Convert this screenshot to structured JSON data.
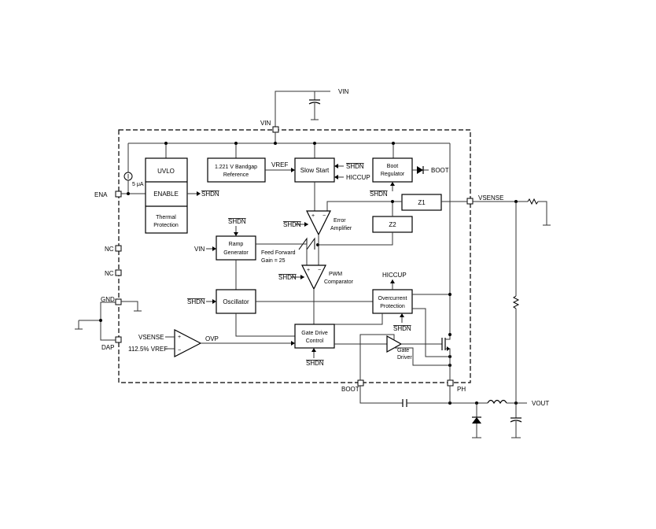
{
  "pins": {
    "vin": "VIN",
    "ena": "ENA",
    "nc1": "NC",
    "nc2": "NC",
    "gnd": "GND",
    "dap": "DAP",
    "vsense": "VSENSE",
    "boot": "BOOT",
    "ph": "PH",
    "vout": "VOUT"
  },
  "labels": {
    "vin_ext": "VIN",
    "vin_ramp": "VIN",
    "vref": "VREF",
    "shdn": "SHDN",
    "hiccup": "HICCUP",
    "hiccup_top": "HICCUP",
    "boot_out": "BOOT",
    "current_5ua": "5 μA",
    "feed_forward": "Feed Forward",
    "gain": "Gain = 25",
    "vsense_in": "VSENSE",
    "vref_112": "112.5% VREF",
    "ovp": "OVP",
    "plus": "+",
    "minus": "−"
  },
  "blocks": {
    "uvlo": "UVLO",
    "enable": "ENABLE",
    "thermal_1": "Thermal",
    "thermal_2": "Protection",
    "bandgap_1": "1.221 V Bandgap",
    "bandgap_2": "Reference",
    "slow_start": "Slow Start",
    "boot_reg_1": "Boot",
    "boot_reg_2": "Regulator",
    "z1": "Z1",
    "z2": "Z2",
    "error_amp_1": "Error",
    "error_amp_2": "Amplifier",
    "ramp_1": "Ramp",
    "ramp_2": "Generator",
    "pwm_1": "PWM",
    "pwm_2": "Comparator",
    "oscillator": "Oscillator",
    "overcurrent_1": "Overcurrent",
    "overcurrent_2": "Protection",
    "gate_ctrl_1": "Gate Drive",
    "gate_ctrl_2": "Control",
    "gate_drv_1": "Gate",
    "gate_drv_2": "Driver"
  }
}
